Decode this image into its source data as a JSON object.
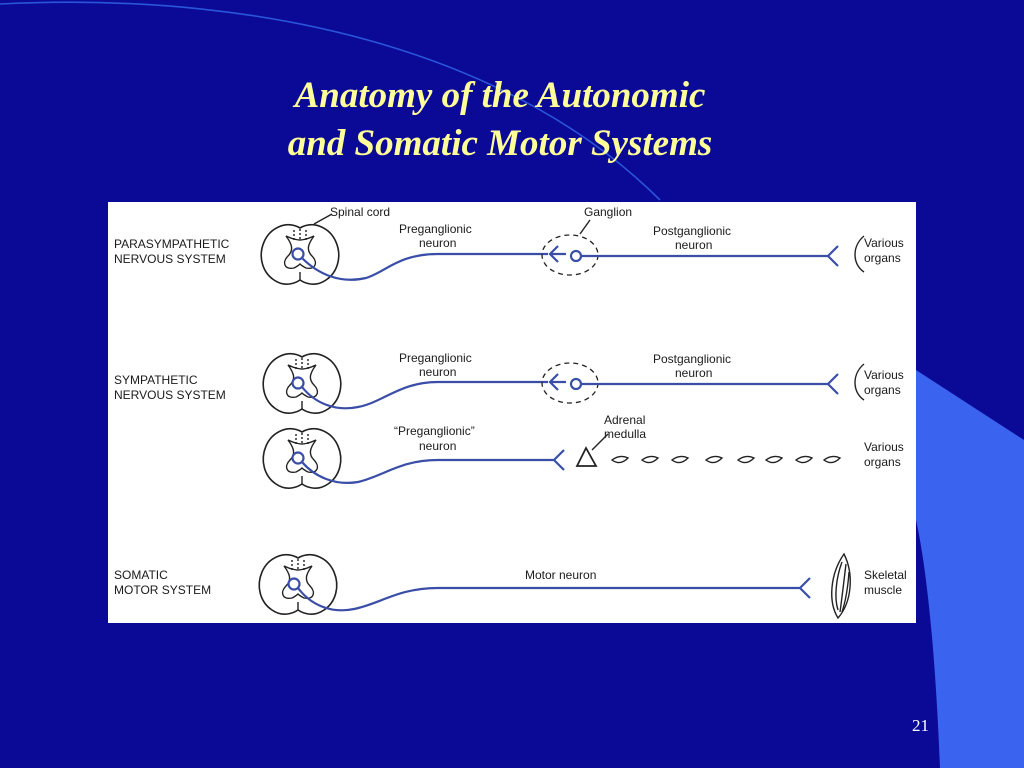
{
  "slide": {
    "title_line1": "Anatomy of the Autonomic",
    "title_line2": "and Somatic Motor Systems",
    "page_number": "21"
  },
  "diagram": {
    "parasympathetic": {
      "system_line1": "PARASYMPATHETIC",
      "system_line2": "NERVOUS SYSTEM",
      "spinal_cord": "Spinal cord",
      "pre_line1": "Preganglionic",
      "pre_line2": "neuron",
      "ganglion": "Ganglion",
      "post_line1": "Postganglionic",
      "post_line2": "neuron",
      "target_line1": "Various",
      "target_line2": "organs"
    },
    "sympathetic": {
      "system_line1": "SYMPATHETIC",
      "system_line2": "NERVOUS SYSTEM",
      "pre_line1": "Preganglionic",
      "pre_line2": "neuron",
      "post_line1": "Postganglionic",
      "post_line2": "neuron",
      "target_line1": "Various",
      "target_line2": "organs"
    },
    "adrenal": {
      "pre_line1": "“Preganglionic”",
      "pre_line2": "neuron",
      "adrenal_line1": "Adrenal",
      "adrenal_line2": "medulla",
      "target_line1": "Various",
      "target_line2": "organs"
    },
    "somatic": {
      "system_line1": "SOMATIC",
      "system_line2": "MOTOR SYSTEM",
      "motor": "Motor neuron",
      "target_line1": "Skeletal",
      "target_line2": "muscle"
    }
  },
  "colors": {
    "background": "#0a0a96",
    "accent_shape": "#3a63f0",
    "title_text": "#ffff99",
    "neuron_line": "#3a4ea8"
  }
}
